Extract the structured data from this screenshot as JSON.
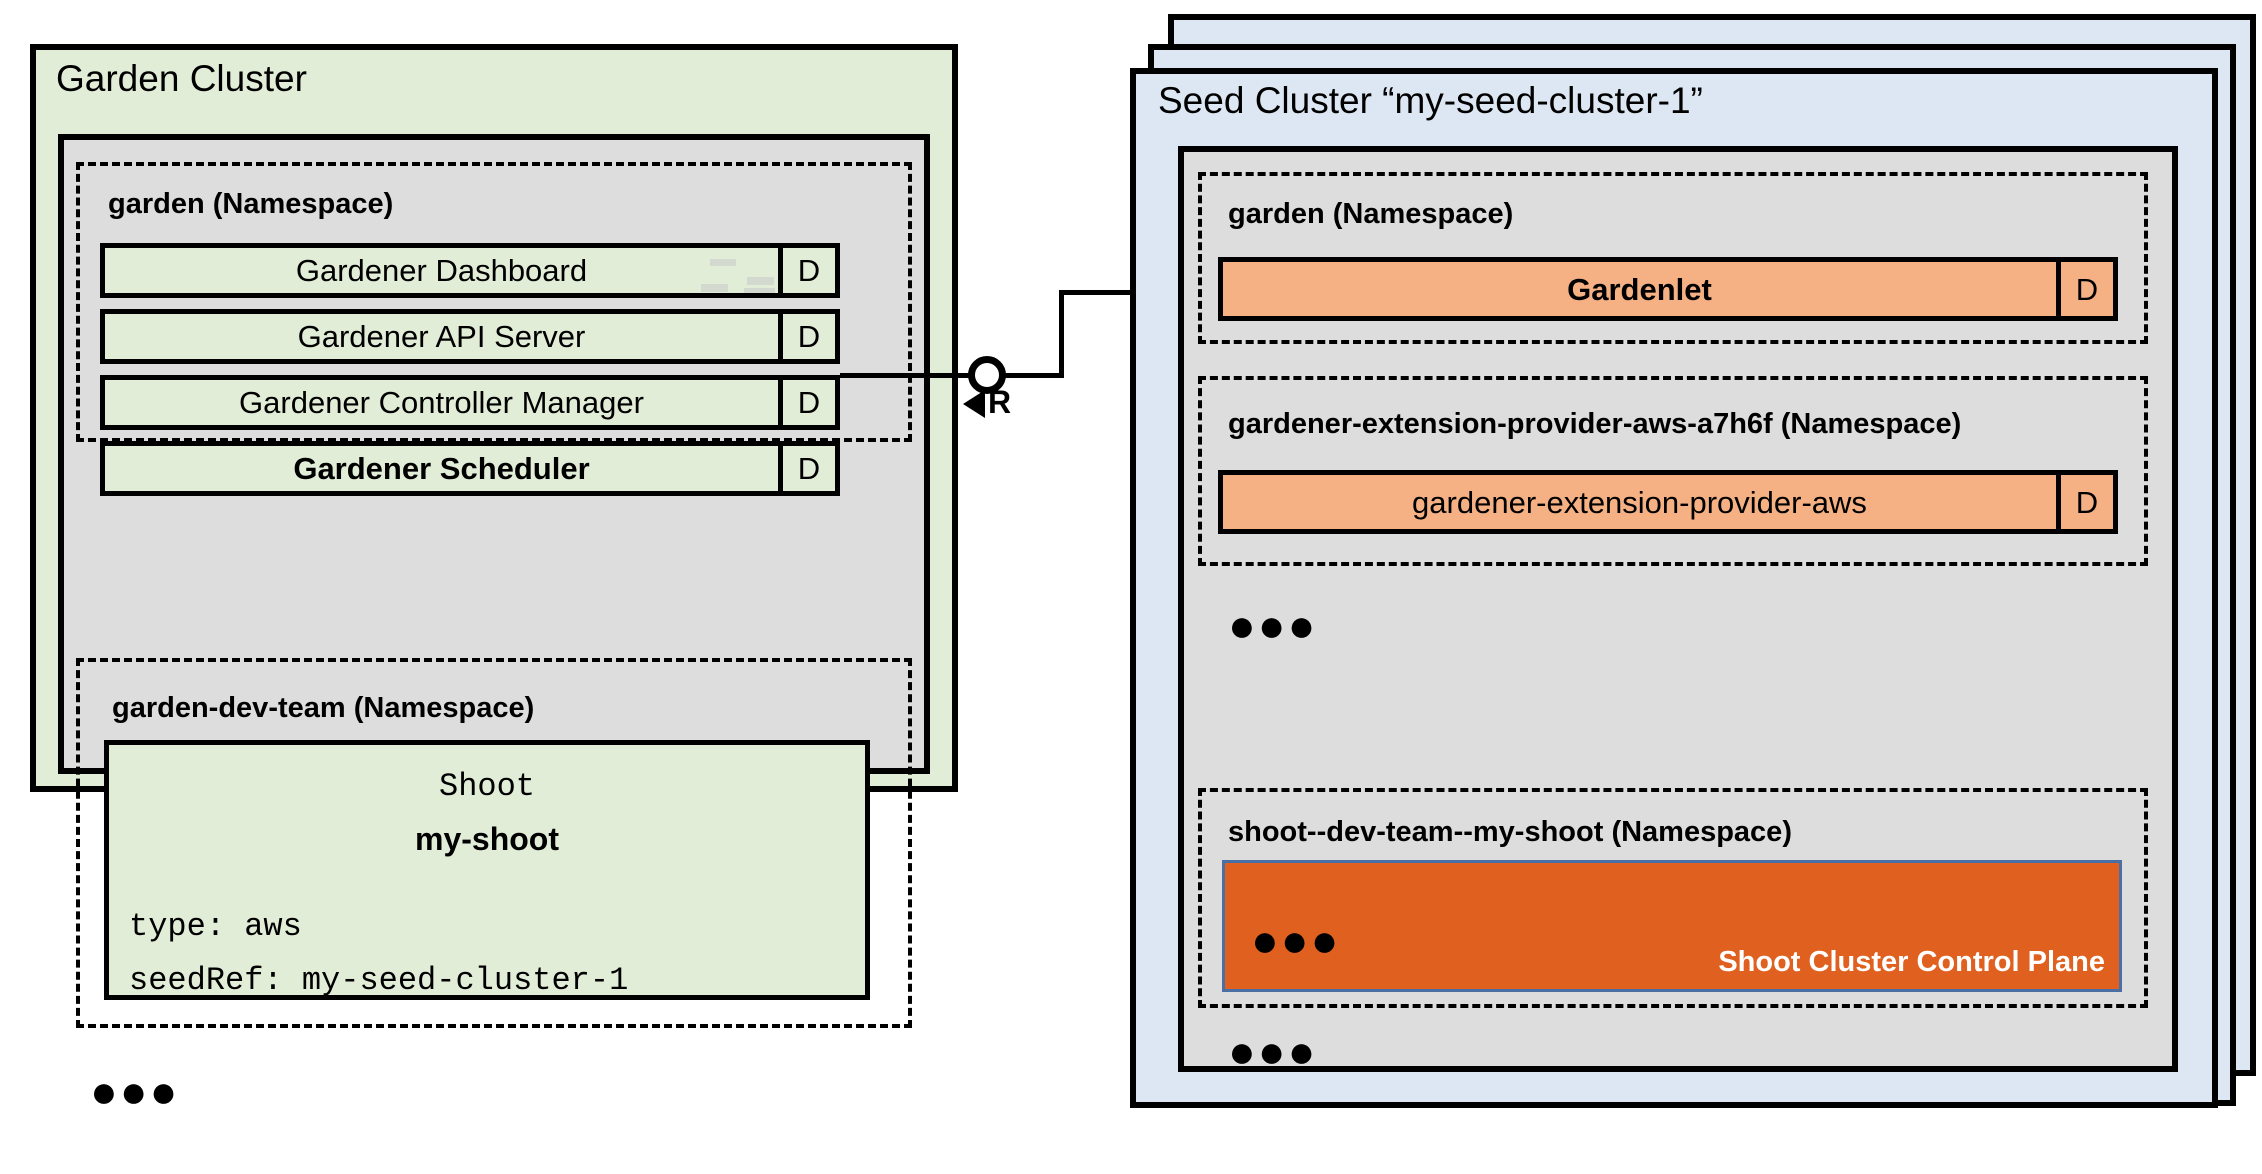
{
  "diagram": {
    "title_hidden": "Gardener Garden Cluster and Seed Cluster architecture",
    "colors": {
      "garden_cluster_bg": "#e2edd8",
      "seed_cluster_bg": "#dce7f3",
      "namespace_container_bg": "#dddddd",
      "component_green": "#e2edd8",
      "component_orange": "#f5b183",
      "control_plane_orange": "#e0601f",
      "control_plane_border": "#4a6fa5",
      "stroke": "#000000"
    }
  },
  "garden_cluster": {
    "title": "Garden Cluster",
    "namespaces": [
      {
        "label": "garden (Namespace)",
        "components": [
          {
            "name": "Gardener Dashboard",
            "badge": "D",
            "bold": false
          },
          {
            "name": "Gardener API Server",
            "badge": "D",
            "bold": false
          },
          {
            "name": "Gardener Controller Manager",
            "badge": "D",
            "bold": false
          },
          {
            "name": "Gardener Scheduler",
            "badge": "D",
            "bold": true
          }
        ]
      },
      {
        "label": "garden-dev-team (Namespace)",
        "shoot_resource": {
          "kind": "Shoot",
          "name": "my-shoot",
          "spec_line_1": "type: aws",
          "spec_line_2": "seedRef: my-seed-cluster-1"
        }
      }
    ],
    "more_indicator": "●●●"
  },
  "seed_cluster": {
    "title": "Seed Cluster “my-seed-cluster-1”",
    "namespaces": [
      {
        "label": "garden (Namespace)",
        "components": [
          {
            "name": "Gardenlet",
            "badge": "D",
            "bold": true
          }
        ]
      },
      {
        "label": "gardener-extension-provider-aws-a7h6f (Namespace)",
        "components": [
          {
            "name": "gardener-extension-provider-aws",
            "badge": "D",
            "bold": false
          }
        ]
      },
      {
        "label": "shoot--dev-team--my-shoot (Namespace)",
        "control_plane": {
          "label": "Shoot Cluster Control Plane",
          "more_indicator": "●●●"
        }
      }
    ],
    "more_indicator_middle": "●●●",
    "more_indicator_bottom": "●●●"
  },
  "connector": {
    "label": "R",
    "from": "Gardener API Server",
    "to": "Gardenlet"
  }
}
